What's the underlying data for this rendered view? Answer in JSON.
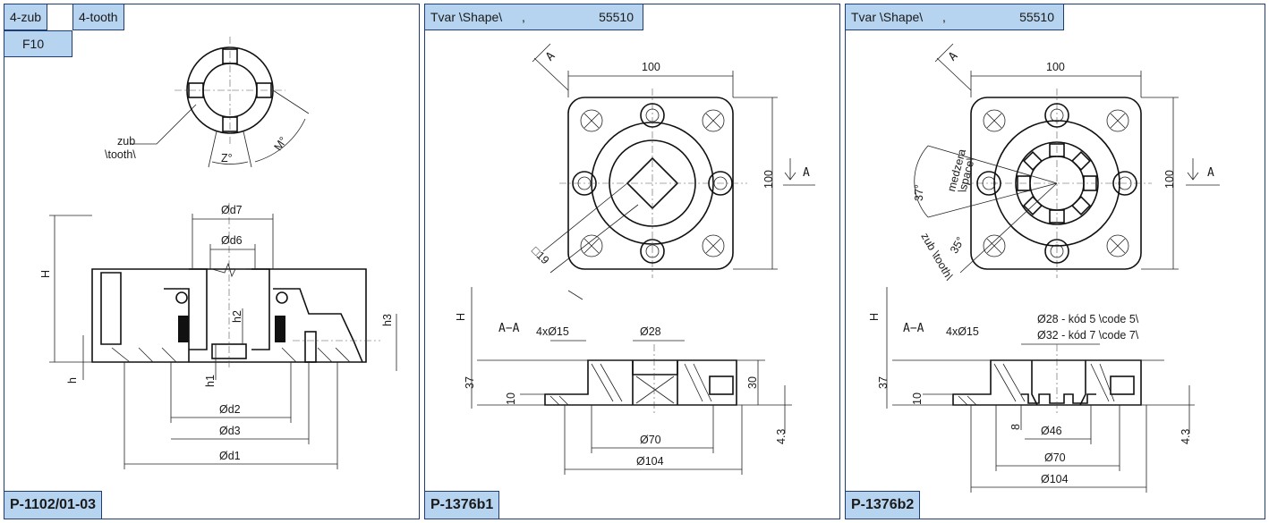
{
  "panels": [
    {
      "tag1": "4-zub",
      "tag2": "4-tooth",
      "tag3": "F10",
      "code": "P-1102/01-03",
      "labels": {
        "tooth": "zub",
        "tooth_en": "\\tooth\\",
        "z": "Z°",
        "m": "M°",
        "d7": "Ød7",
        "d6": "Ød6",
        "d2": "Ød2",
        "d3": "Ød3",
        "d1": "Ød1",
        "H": "H",
        "h": "h",
        "h1": "h1",
        "h2": "h2",
        "h3": "h3"
      }
    },
    {
      "tag1": "Tvar \\Shape\\",
      "tag_sep": ",",
      "tag2": "55510",
      "code": "P-1376b1",
      "labels": {
        "A": "A",
        "A2": "A",
        "d100": "100",
        "d100v": "100",
        "sq19": "□19",
        "H": "H",
        "AA": "A−A",
        "d4x15": "4xØ15",
        "d28": "Ø28",
        "d37": "37",
        "d10": "10",
        "d30": "30",
        "d43": "4.3",
        "d70": "Ø70",
        "d104": "Ø104"
      }
    },
    {
      "tag1": "Tvar \\Shape\\",
      "tag_sep": ",",
      "tag2": "55510",
      "code": "P-1376b2",
      "labels": {
        "A": "A",
        "A2": "A",
        "d100": "100",
        "d100v": "100",
        "d37deg": "37°",
        "gap": "medzera",
        "gap_en": "\\space\\",
        "tooth": "zub \\tooth\\",
        "d35deg": "35°",
        "H": "H",
        "AA": "A−A",
        "d4x15": "4xØ15",
        "d28code": "Ø28 - kód 5 \\code 5\\",
        "d32code": "Ø32 - kód 7 \\code 7\\",
        "d37": "37",
        "d10": "10",
        "d8": "8",
        "d46": "Ø46",
        "d43": "4.3",
        "d70": "Ø70",
        "d104": "Ø104"
      }
    }
  ]
}
